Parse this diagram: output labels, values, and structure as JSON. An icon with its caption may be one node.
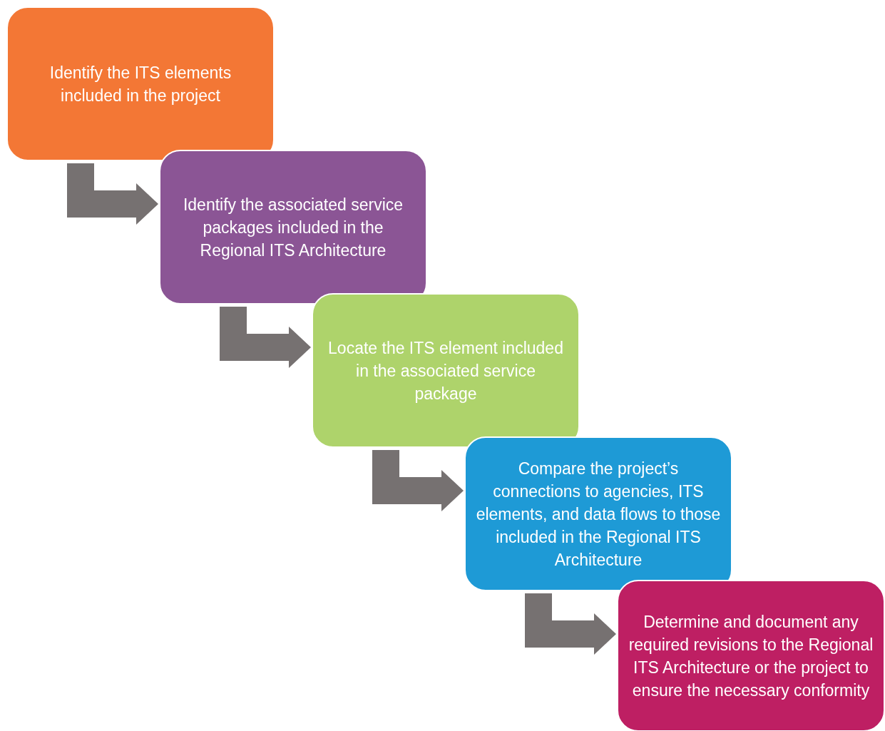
{
  "diagram": {
    "nodes": [
      {
        "text": [
          "Identify the ITS elements included in the project"
        ]
      },
      {
        "text": [
          "Identify the associated service packages included in the Regional ITS Architecture"
        ]
      },
      {
        "text": [
          "Locate the ITS element included in the associated service package"
        ]
      },
      {
        "text": [
          "Compare the project’s connections to agencies, ITS elements, and data flows to those included in the Regional ITS Architecture"
        ]
      },
      {
        "text": [
          "Determine and document any required revisions to the Regional ITS Architecture or the project to ensure the necessary conformity"
        ]
      }
    ],
    "edges": [
      {
        "from": 0,
        "to": 1,
        "arrow": "to"
      },
      {
        "from": 1,
        "to": 2,
        "arrow": "to"
      },
      {
        "from": 2,
        "to": 3,
        "arrow": "to"
      },
      {
        "from": 3,
        "to": 4,
        "arrow": "to"
      }
    ]
  }
}
